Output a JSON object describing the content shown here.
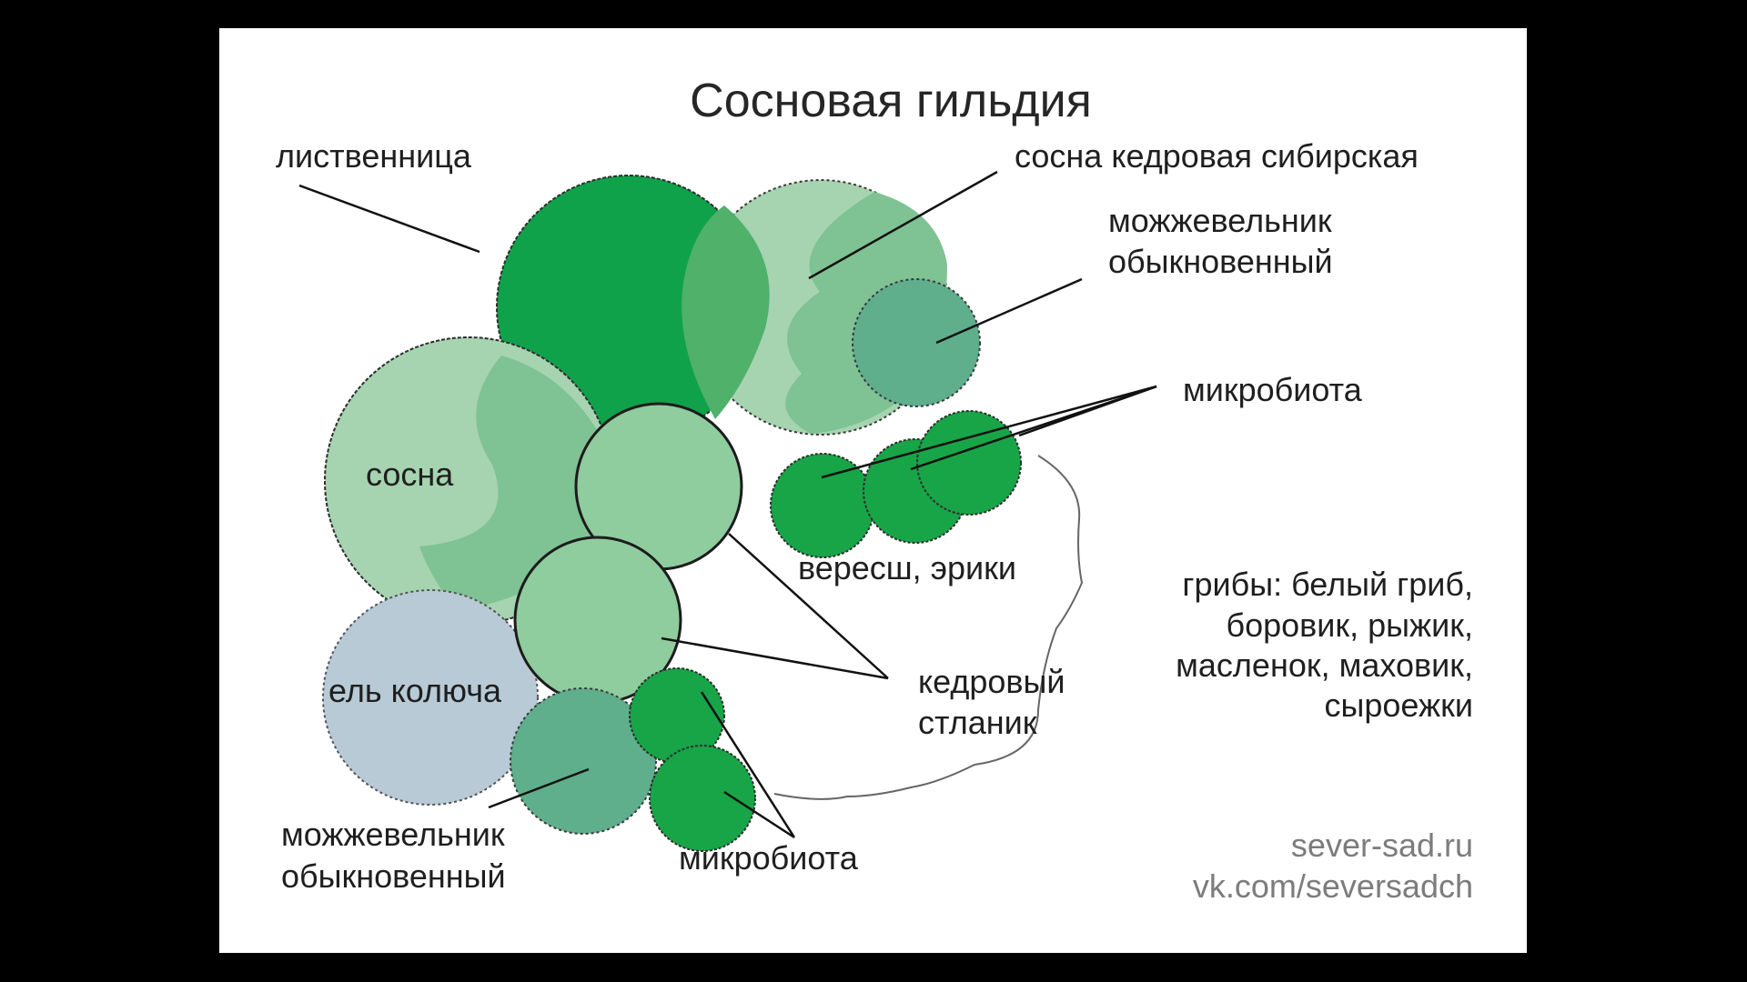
{
  "title": "Сосновая гильдия",
  "labels": {
    "larch": "лиственница",
    "siberian_pine": "сосна кедровая сибирская",
    "juniper_top_1": "можжевельник",
    "juniper_top_2": "обыкновенный",
    "microbiota_top": "микробиота",
    "pine": "сосна",
    "heather": "вересш, эрики",
    "spruce": "ель колюча",
    "dwarf_pine_1": "кедровый",
    "dwarf_pine_2": "стланик",
    "juniper_bottom_1": "можжевельник",
    "juniper_bottom_2": "обыкновенный",
    "microbiota_bottom": "микробиота"
  },
  "fungi": [
    "грибы: белый гриб,",
    "боровик, рыжик,",
    "масленок, маховик,",
    "сыроежки"
  ],
  "credits": [
    "sever-sad.ru",
    "vk.com/seversadch"
  ],
  "colors": {
    "larch": "#10a24a",
    "pine_light": "#a6d4b0",
    "pine_mid": "#7fc293",
    "dwarf_pine": "#8fcc9e",
    "juniper": "#5fae8c",
    "microbiota": "#18a548",
    "spruce": "#b7cad6"
  }
}
